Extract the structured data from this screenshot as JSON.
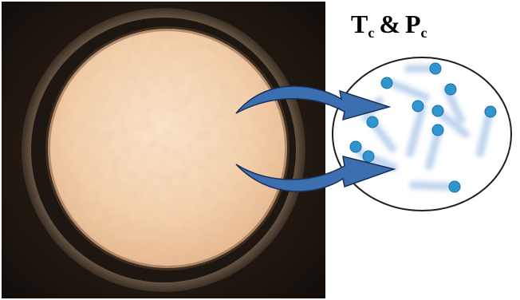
{
  "title": {
    "t_base": "T",
    "t_sub": "c",
    "connector": "&",
    "p_base": "P",
    "p_sub": "c"
  },
  "colors": {
    "molecule": "#2e95cf",
    "trail": "#8fb4e3",
    "arrow_fill": "#3b6fb0",
    "arrow_stroke": "#1a2f55",
    "photo_background": "#1a1410",
    "liquid_glow": "#f5c8a0"
  },
  "icons": [
    "critical-point-photo",
    "curved-arrow-icon",
    "molecule-icon"
  ]
}
